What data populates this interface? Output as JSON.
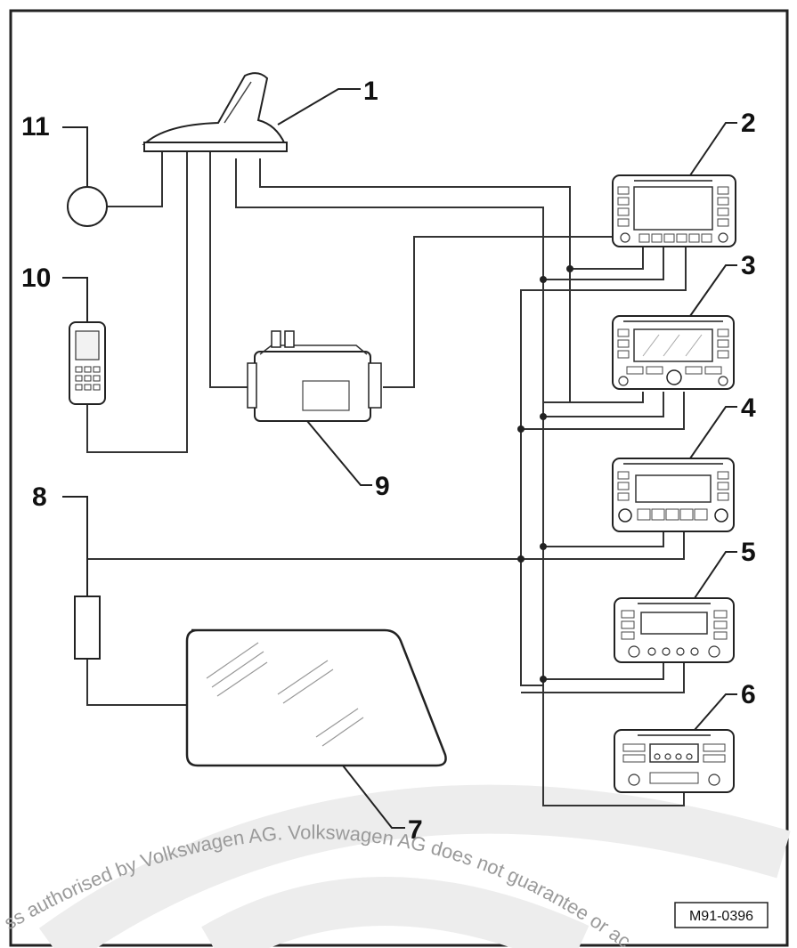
{
  "labels": {
    "l1": "1",
    "l2": "2",
    "l3": "3",
    "l4": "4",
    "l5": "5",
    "l6": "6",
    "l7": "7",
    "l8": "8",
    "l9": "9",
    "l10": "10",
    "l11": "11"
  },
  "watermark": {
    "part1": "ss authorised by Volkswagen AG. Volkswagen AG does not guarantee or accept"
  },
  "figure_code": "M91-0396"
}
